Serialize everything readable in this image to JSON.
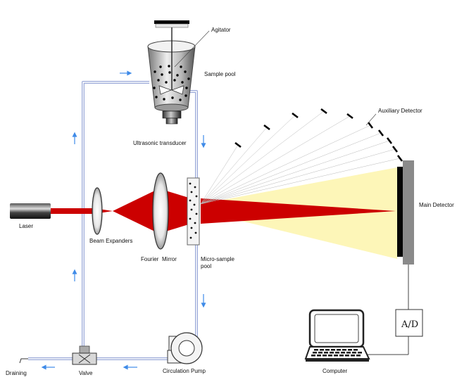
{
  "labels": {
    "agitator": "Agitator",
    "sample_pool": "Sample pool",
    "ultrasonic_transducer": "Ultrasonic transducer",
    "auxiliary_detector": "Auxiliary Detector",
    "laser": "Laser",
    "beam_expanders": "Beam Expanders",
    "fourier": "Fourier",
    "mirror": "Mirror",
    "micro_sample_pool_1": "Micro-sample",
    "micro_sample_pool_2": "pool",
    "main_detector": "Main Detector",
    "ad_converter": "A/D",
    "computer": "Computer",
    "circulation_pump": "Circulation Pump",
    "valve": "Valve",
    "draining": "Draining"
  },
  "colors": {
    "beam": "#cc0000",
    "scatter": "#fdf6b8",
    "pipe": "#9aa8d8",
    "flow_arrow": "#3f8be8",
    "detector": "#8a8a8a"
  }
}
